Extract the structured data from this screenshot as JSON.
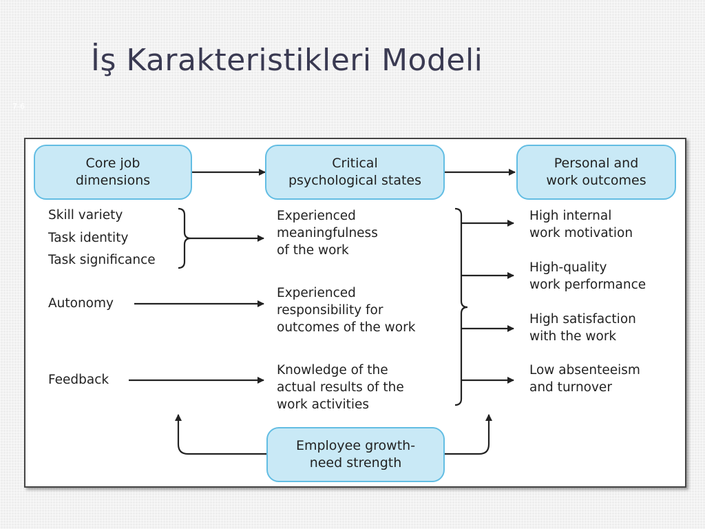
{
  "slide": {
    "title": "İş Karakteristikleri Modeli",
    "number": "7-6"
  },
  "diagram": {
    "headers": {
      "core": "Core job\ndimensions",
      "critical": "Critical\npsychological states",
      "outcomes": "Personal and\nwork outcomes"
    },
    "dimensions": {
      "skill_variety": "Skill variety",
      "task_identity": "Task identity",
      "task_significance": "Task significance",
      "autonomy": "Autonomy",
      "feedback": "Feedback"
    },
    "states": {
      "meaningfulness": "Experienced\nmeaningfulness\nof the work",
      "responsibility": "Experienced\nresponsibility for\noutcomes of the work",
      "knowledge": "Knowledge of the\nactual results of the\nwork activities"
    },
    "outcomes": {
      "motivation": "High internal\nwork motivation",
      "performance": "High-quality\nwork performance",
      "satisfaction": "High satisfaction\nwith the work",
      "absenteeism": "Low absenteeism\nand turnover"
    },
    "moderator": "Employee growth-\nneed strength",
    "colors": {
      "box_fill": "#c9e9f6",
      "box_border": "#62bde3",
      "line": "#222222"
    }
  }
}
